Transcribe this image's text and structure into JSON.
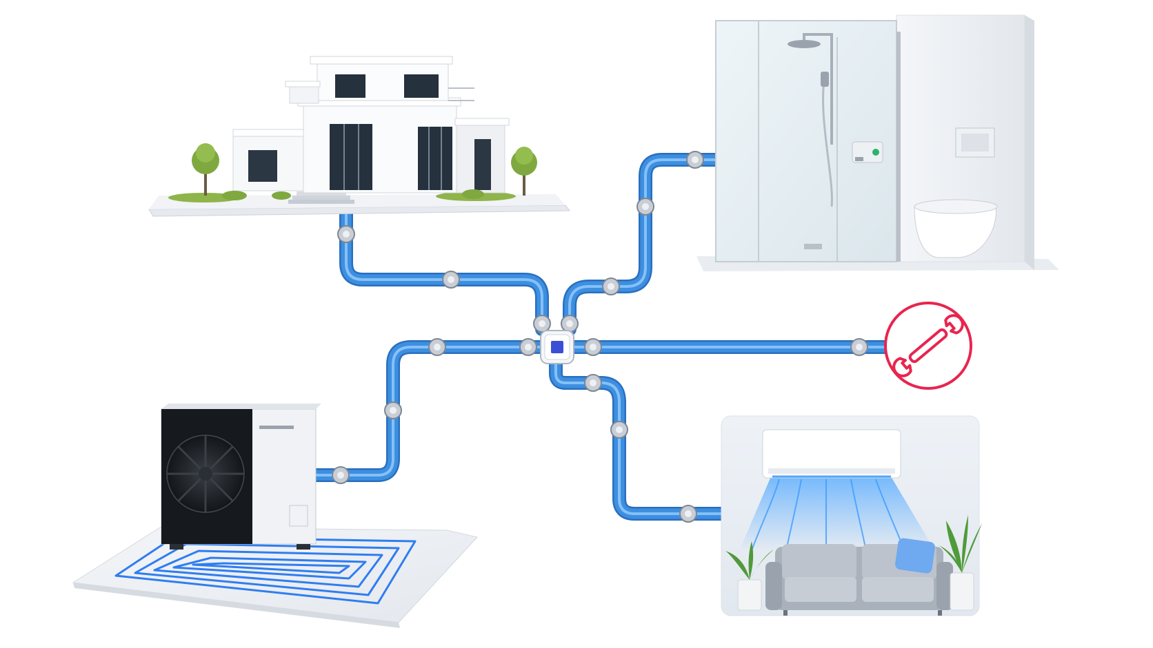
{
  "diagram": {
    "hub": {
      "icon": "control-unit-icon"
    },
    "nodes": [
      {
        "id": "house",
        "icon": "house-icon"
      },
      {
        "id": "bathroom",
        "icon": "shower-toilet-icon"
      },
      {
        "id": "service",
        "icon": "wrench-icon"
      },
      {
        "id": "heat-pump",
        "icon": "heat-pump-icon"
      },
      {
        "id": "air-conditioning",
        "icon": "air-conditioner-icon"
      }
    ],
    "connections": [
      {
        "from": "hub",
        "to": "house"
      },
      {
        "from": "hub",
        "to": "bathroom"
      },
      {
        "from": "hub",
        "to": "service"
      },
      {
        "from": "hub",
        "to": "heat-pump"
      },
      {
        "from": "hub",
        "to": "air-conditioning"
      }
    ]
  },
  "colors": {
    "pipe": "#3d8fe0",
    "pipe_highlight": "#9fd0ff",
    "fitting": "#c9ced6",
    "service_accent": "#e8254f",
    "floor_heating": "#2f7df0",
    "ac_airflow": "#4ea7ff",
    "hub_indicator": "#3b4fd6"
  }
}
